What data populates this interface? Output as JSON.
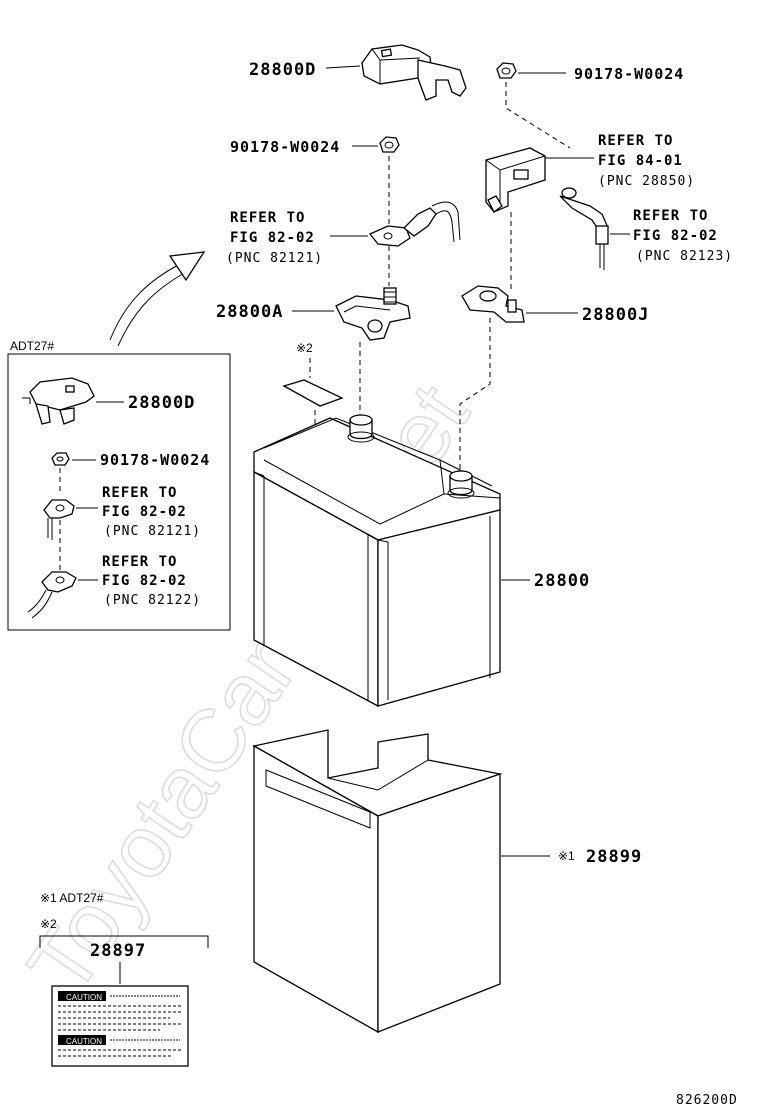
{
  "watermark": "ToyotaCamino.net",
  "parts": {
    "p28800D_top": "28800D",
    "p90178_right": "90178-W0024",
    "p90178_left": "90178-W0024",
    "p28800A": "28800A",
    "p28800J": "28800J",
    "p28800": "28800",
    "p28899": "28899",
    "p28897": "28897"
  },
  "refs": {
    "ref_left": {
      "line1": "REFER TO",
      "line2": "FIG 82-02",
      "line3": "(PNC 82121)"
    },
    "ref_right_top": {
      "line1": "REFER TO",
      "line2": "FIG 84-01",
      "line3": "(PNC 28850)"
    },
    "ref_right": {
      "line1": "REFER TO",
      "line2": "FIG 82-02",
      "line3": "(PNC 82123)"
    }
  },
  "inset": {
    "title": "ADT27#",
    "p28800D": "28800D",
    "p90178": "90178-W0024",
    "ref1": {
      "line1": "REFER TO",
      "line2": "FIG 82-02",
      "line3": "(PNC 82121)"
    },
    "ref2": {
      "line1": "REFER TO",
      "line2": "FIG 82-02",
      "line3": "(PNC 82122)"
    }
  },
  "notes": {
    "mark2_label": "※2",
    "mark1_prefix": "※1",
    "legend_1": "※1  ADT27#",
    "legend_2": "※2"
  },
  "label_sticker": {
    "warning_tag_1": "CAUTION",
    "warning_tag_2": "CAUTION"
  },
  "diagram_code": "826200D"
}
